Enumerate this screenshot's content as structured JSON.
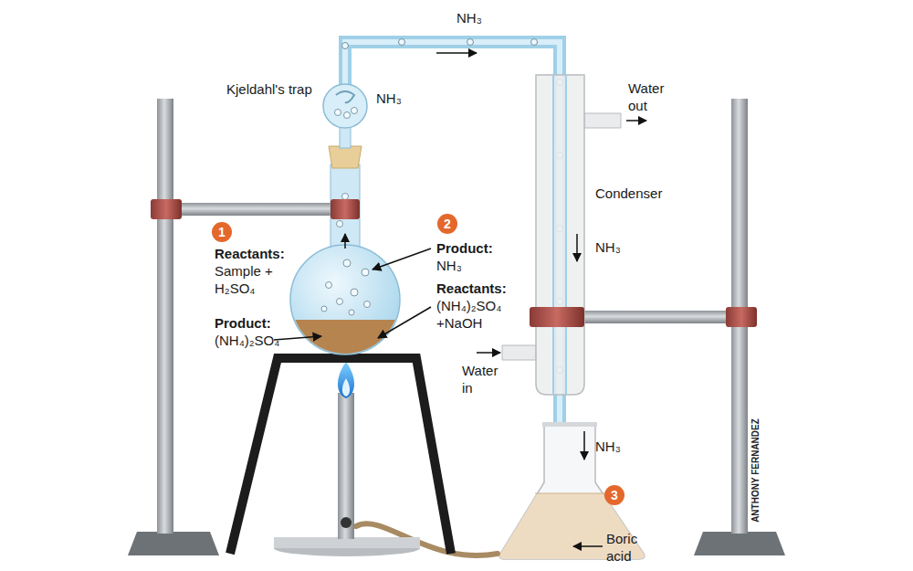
{
  "diagram": {
    "labels": [
      "NH₃",
      "Kjeldahl's trap",
      "NH₃",
      "Water out",
      "Condenser",
      "1",
      "Reactants:",
      "Sample + H₂SO₄",
      "Product:",
      "(NH₄)₂SO₄",
      "2",
      "Product:",
      "NH₃",
      "Reactants:",
      "(NH₄)₂SO₄ +NaOH",
      "Water in",
      "NH₃",
      "3",
      "NH₃",
      "Boric acid",
      "ANTHONY FERNANDEZ"
    ]
  }
}
